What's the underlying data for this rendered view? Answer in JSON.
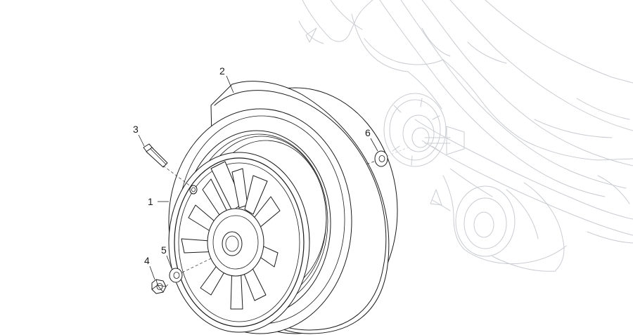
{
  "callouts": [
    {
      "id": "callout-1",
      "text": "1"
    },
    {
      "id": "callout-2",
      "text": "2"
    },
    {
      "id": "callout-3",
      "text": "3"
    },
    {
      "id": "callout-4",
      "text": "4"
    },
    {
      "id": "callout-5",
      "text": "5"
    },
    {
      "id": "callout-6",
      "text": "6"
    }
  ]
}
